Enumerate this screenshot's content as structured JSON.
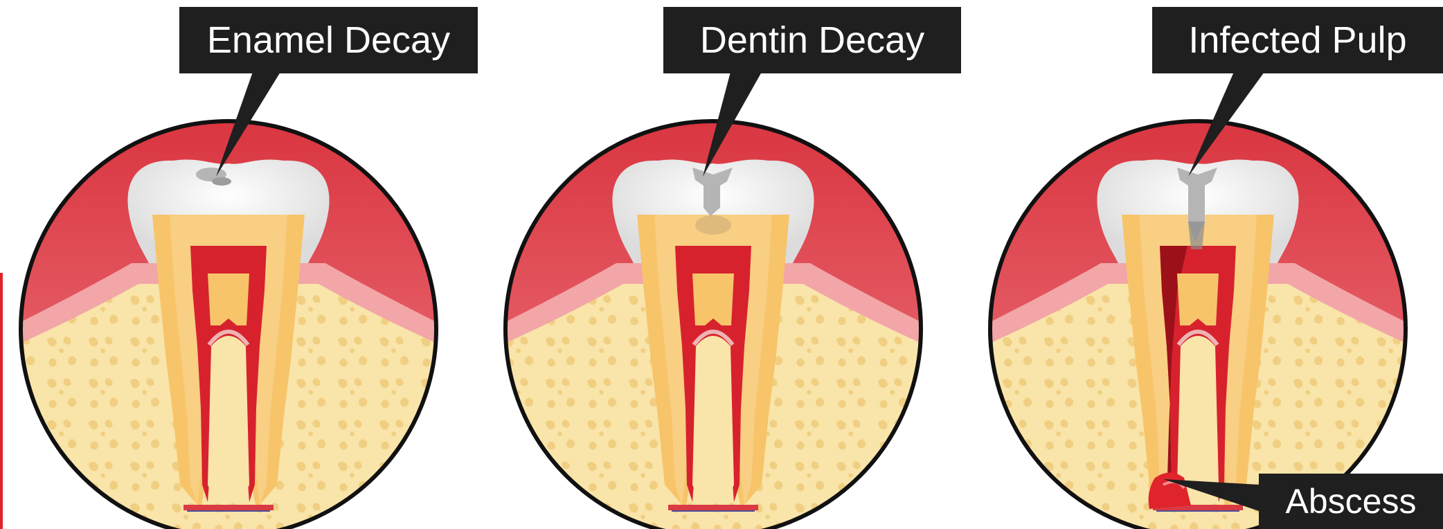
{
  "labels": {
    "enamel_decay": "Enamel Decay",
    "dentin_decay": "Dentin Decay",
    "infected_pulp": "Infected Pulp",
    "abscess": "Abscess"
  },
  "colors": {
    "gum": "#e35b66",
    "gum_light": "#f2a6a8",
    "bone": "#f9e3a6",
    "bone_spot": "#f2cf7e",
    "enamel": "#f1f1ef",
    "dentin": "#f7c46a",
    "pulp": "#d7222e",
    "decay": "#b5b5b5",
    "label_bg": "#1f1f1f",
    "accent": "#e0242b"
  }
}
